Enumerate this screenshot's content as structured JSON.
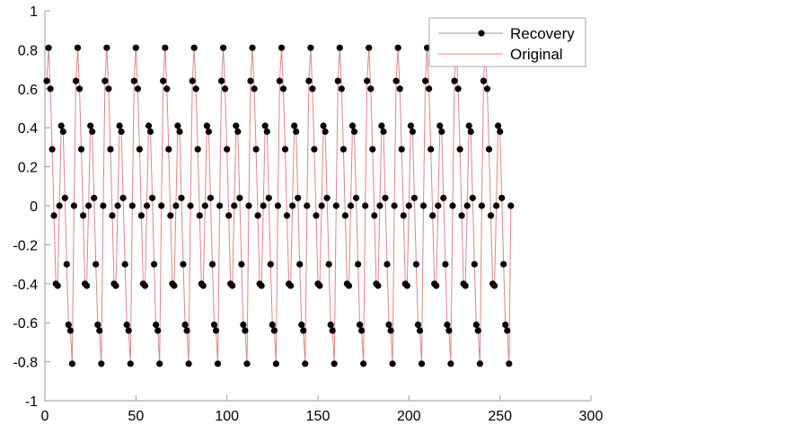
{
  "chart_data": {
    "type": "line",
    "title": "",
    "xlabel": "",
    "ylabel": "",
    "xlim": [
      0,
      300
    ],
    "ylim": [
      -1,
      1
    ],
    "xticks": [
      "0",
      "50",
      "100",
      "150",
      "200",
      "250",
      "300"
    ],
    "xtick_values": [
      0,
      50,
      100,
      150,
      200,
      250,
      300
    ],
    "yticks": [
      "1",
      "0.8",
      "0.6",
      "0.4",
      "0.2",
      "0",
      "-0.2",
      "-0.4",
      "-0.6",
      "-0.8",
      "-1"
    ],
    "ytick_values": [
      1,
      0.8,
      0.6,
      0.4,
      0.2,
      0,
      -0.2,
      -0.4,
      -0.6,
      -0.8,
      -1
    ],
    "grid": false,
    "legend_position": "top-right",
    "x_start": 1,
    "x_count": 256,
    "period_values": [
      0.64,
      0.81,
      0.6,
      0.29,
      -0.05,
      -0.4,
      -0.41,
      0.0,
      0.41,
      0.38,
      0.04,
      -0.3,
      -0.61,
      -0.64,
      -0.81,
      0.0
    ],
    "series": [
      {
        "name": "Recovery",
        "color": "#000000",
        "line_color": "#999999",
        "marker": "circle"
      },
      {
        "name": "Original",
        "color": "#ff8080",
        "marker": "none"
      }
    ]
  }
}
